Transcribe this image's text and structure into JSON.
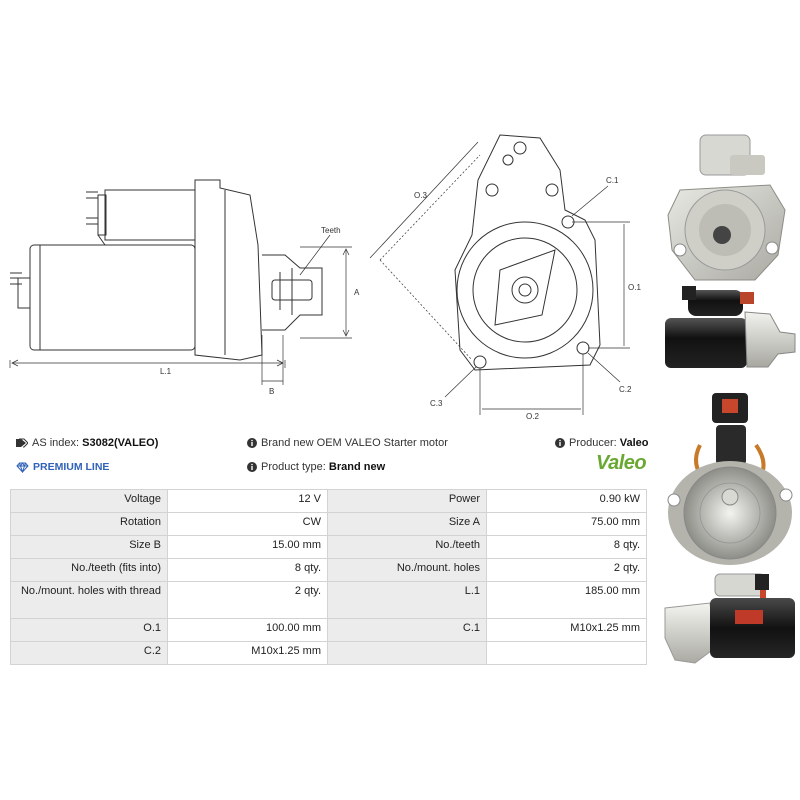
{
  "drawing_labels": {
    "teeth": "Teeth",
    "a": "A",
    "b": "B",
    "l1": "L.1",
    "o1": "O.1",
    "o2": "O.2",
    "o3": "O.3",
    "c1": "C.1",
    "c2": "C.2",
    "c3": "C.3"
  },
  "info": {
    "as_index_label": "AS index:",
    "as_index_value": "S3082(VALEO)",
    "premium_line": "PREMIUM LINE",
    "description": "Brand new OEM VALEO Starter motor",
    "product_type_label": "Product type:",
    "product_type_value": "Brand new",
    "producer_label": "Producer:",
    "producer_value": "Valeo",
    "logo_text": "Valeo"
  },
  "specs": [
    [
      "Voltage",
      "12 V",
      "Power",
      "0.90 kW"
    ],
    [
      "Rotation",
      "CW",
      "Size A",
      "75.00 mm"
    ],
    [
      "Size B",
      "15.00 mm",
      "No./teeth",
      "8 qty."
    ],
    [
      "No./teeth (fits into)",
      "8 qty.",
      "No./mount. holes",
      "2 qty."
    ],
    [
      "No./mount. holes with thread",
      "2 qty.",
      "L.1",
      "185.00 mm"
    ],
    [
      "O.1",
      "100.00 mm",
      "C.1",
      "M10x1.25 mm"
    ],
    [
      "C.2",
      "M10x1.25 mm",
      "",
      ""
    ]
  ],
  "icons": {
    "tag": "tag-icon",
    "info": "info-icon",
    "diamond": "diamond-icon"
  },
  "colors": {
    "premium_blue": "#2f62b8",
    "valeo_green": "#6aa832"
  }
}
